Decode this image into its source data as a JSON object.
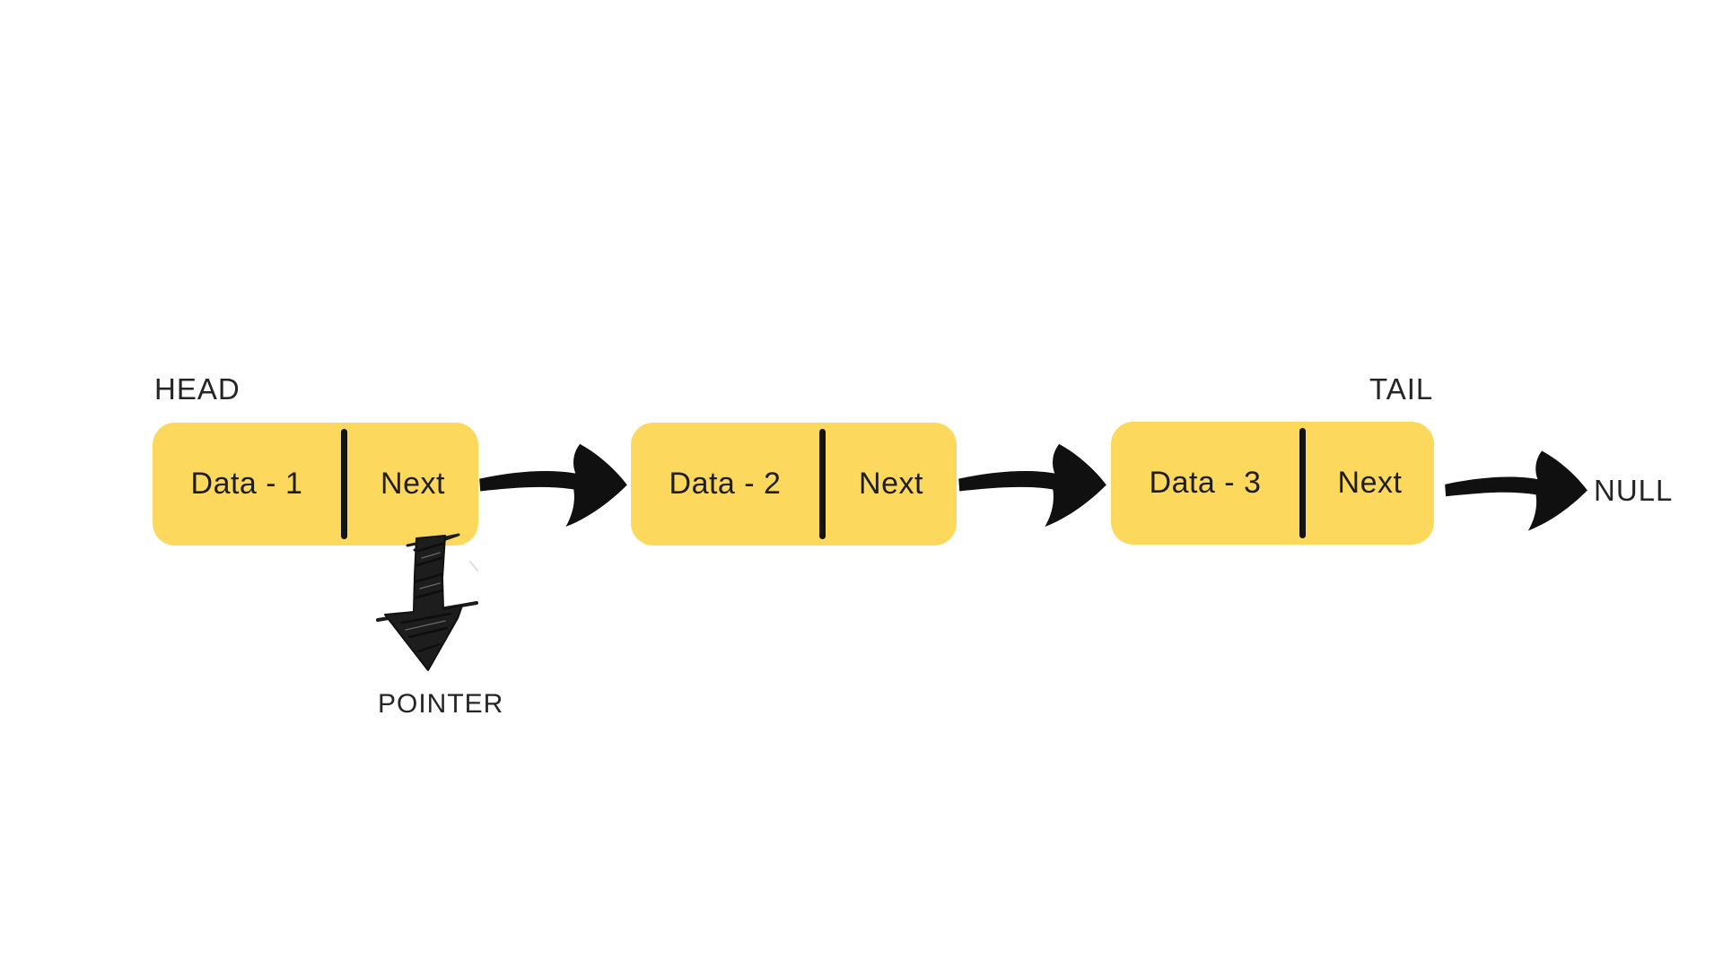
{
  "diagram": {
    "type": "linked-list",
    "labels": {
      "head": "HEAD",
      "tail": "TAIL",
      "null": "NULL",
      "pointer": "POINTER"
    },
    "nodes": [
      {
        "data": "Data - 1",
        "next": "Next"
      },
      {
        "data": "Data - 2",
        "next": "Next"
      },
      {
        "data": "Data - 3",
        "next": "Next"
      }
    ],
    "colors": {
      "node_fill": "#FCD85C",
      "ink": "#1C1C1C",
      "background": "#FFFFFF"
    }
  }
}
